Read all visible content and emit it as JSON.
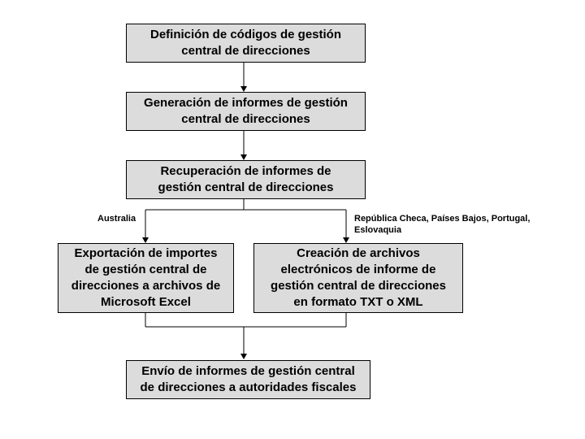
{
  "diagram": {
    "nodes": {
      "definition": "Definición de códigos de gestión\ncentral de direcciones",
      "generation": "Generación de informes de gestión\ncentral de direcciones",
      "recovery": "Recuperación de informes de\ngestión central de direcciones",
      "export_excel": "Exportación de importes\nde gestión central de\ndirecciones a archivos de\nMicrosoft Excel",
      "create_files": "Creación de archivos\nelectrónicos de informe de\ngestión central de direcciones\nen formato TXT o XML",
      "send_reports": "Envío de informes de gestión central\nde direcciones a autoridades fiscales"
    },
    "branch_labels": {
      "left": "Australia",
      "right": "República Checa, Países Bajos, Portugal,\nEslovaquia"
    },
    "colors": {
      "box_fill": "#dcdcdc",
      "box_border": "#000000",
      "line": "#000000",
      "background": "#ffffff"
    }
  }
}
